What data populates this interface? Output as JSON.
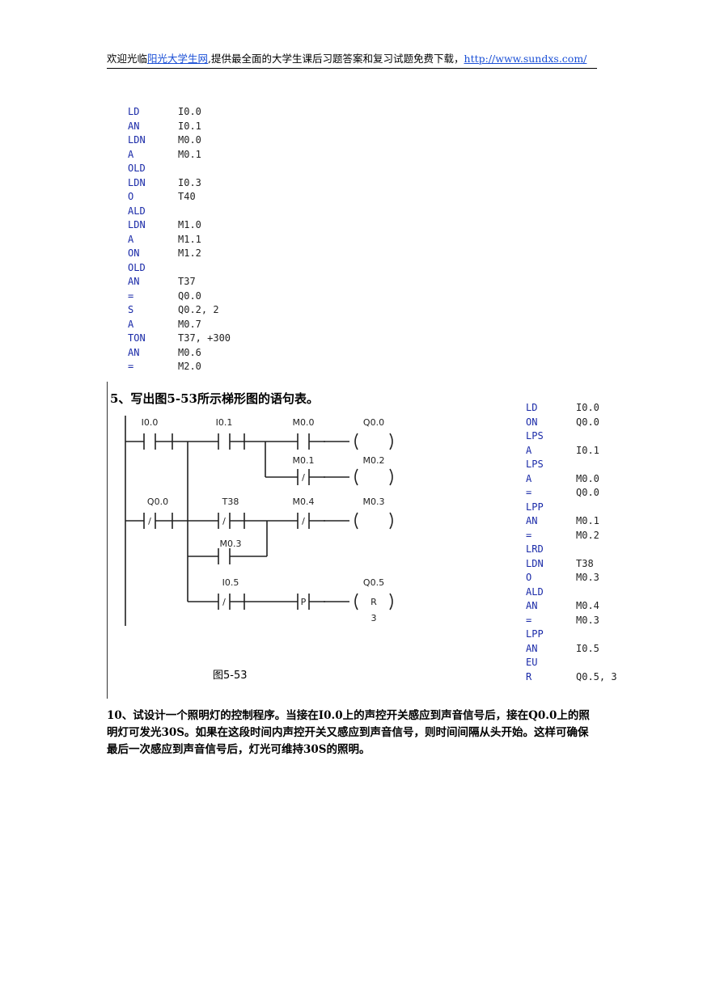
{
  "header": {
    "prefix": "欢迎光临",
    "site_link": "阳光大学生网",
    "middle": ",提供最全面的大学生课后习题答案和复习试题免费下载，",
    "url": "http://www.sundxs.com/"
  },
  "stl_listing_1": [
    [
      "LD",
      "I0.0"
    ],
    [
      "AN",
      "I0.1"
    ],
    [
      "LDN",
      "M0.0"
    ],
    [
      "A",
      "M0.1"
    ],
    [
      "OLD",
      ""
    ],
    [
      "LDN",
      "I0.3"
    ],
    [
      "O",
      "T40"
    ],
    [
      "ALD",
      ""
    ],
    [
      "LDN",
      "M1.0"
    ],
    [
      "A",
      "M1.1"
    ],
    [
      "ON",
      "M1.2"
    ],
    [
      "OLD",
      ""
    ],
    [
      "AN",
      "T37"
    ],
    [
      "=",
      "Q0.0"
    ],
    [
      "S",
      "Q0.2, 2"
    ],
    [
      "A",
      "M0.7"
    ],
    [
      "TON",
      "T37, +300"
    ],
    [
      "AN",
      "M0.6"
    ],
    [
      "=",
      "M2.0"
    ]
  ],
  "question5": {
    "title": "5、写出图5-53所示梯形图的语句表。",
    "caption": "图5-53",
    "ladder_labels": {
      "i00": "I0.0",
      "i01": "I0.1",
      "m00": "M0.0",
      "q00_coil": "Q0.0",
      "m01": "M0.1",
      "m02": "M0.2",
      "q00_contact": "Q0.0",
      "t38": "T38",
      "m04": "M0.4",
      "m03_coil": "M0.3",
      "m03_contact": "M0.3",
      "i05": "I0.5",
      "q05": "Q0.5",
      "p": "P",
      "r": "R",
      "three": "3",
      "slash": "/"
    }
  },
  "stl_listing_2": [
    [
      "LD",
      "I0.0"
    ],
    [
      "ON",
      "Q0.0"
    ],
    [
      "LPS",
      ""
    ],
    [
      "A",
      "I0.1"
    ],
    [
      "LPS",
      ""
    ],
    [
      "A",
      "M0.0"
    ],
    [
      "=",
      "Q0.0"
    ],
    [
      "LPP",
      ""
    ],
    [
      "AN",
      "M0.1"
    ],
    [
      "=",
      "M0.2"
    ],
    [
      "LRD",
      ""
    ],
    [
      "LDN",
      "T38"
    ],
    [
      "O",
      "M0.3"
    ],
    [
      "ALD",
      ""
    ],
    [
      "AN",
      "M0.4"
    ],
    [
      "=",
      "M0.3"
    ],
    [
      "LPP",
      ""
    ],
    [
      "AN",
      "I0.5"
    ],
    [
      "EU",
      ""
    ],
    [
      "R",
      "Q0.5, 3"
    ]
  ],
  "question10": {
    "text": "10、试设计一个照明灯的控制程序。当接在I0.0上的声控开关感应到声音信号后，接在Q0.0上的照明灯可发光30S。如果在这段时间内声控开关又感应到声音信号，则时间间隔从头开始。这样可确保最后一次感应到声音信号后，灯光可维持30S的照明。"
  }
}
